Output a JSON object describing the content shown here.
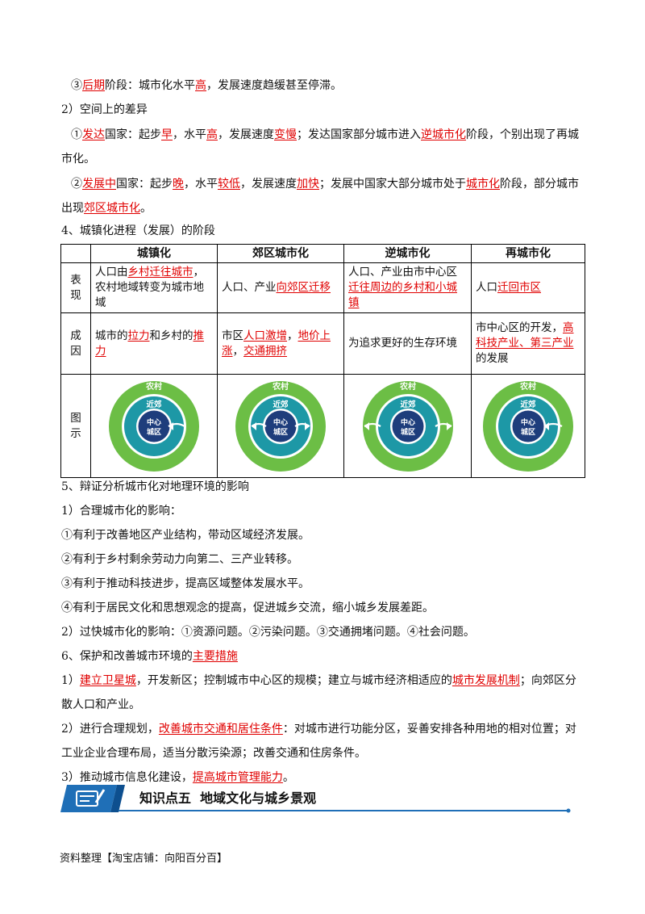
{
  "lines": [
    {
      "id": "l1",
      "parts": [
        {
          "t": "③"
        },
        {
          "t": "后期",
          "r": true
        },
        {
          "t": "阶段：城市化水平"
        },
        {
          "t": "高",
          "r": true
        },
        {
          "t": "，发展速度趋缓甚至停滞。"
        }
      ]
    },
    {
      "id": "l2",
      "parts": [
        {
          "t": "2）空间上的差异"
        }
      ]
    },
    {
      "id": "l3",
      "parts": [
        {
          "t": "①"
        },
        {
          "t": "发达",
          "r": true
        },
        {
          "t": "国家：起步"
        },
        {
          "t": "早",
          "r": true
        },
        {
          "t": "，水平"
        },
        {
          "t": "高",
          "r": true
        },
        {
          "t": "，发展速度"
        },
        {
          "t": "变慢",
          "r": true
        },
        {
          "t": "；发达国家部分城市进入"
        },
        {
          "t": "逆城市化",
          "r": true
        },
        {
          "t": "阶段，个别出现了再城"
        }
      ]
    },
    {
      "id": "l4",
      "parts": [
        {
          "t": "市化。"
        }
      ]
    },
    {
      "id": "l5",
      "parts": [
        {
          "t": "②"
        },
        {
          "t": "发展中",
          "r": true
        },
        {
          "t": "国家：起步"
        },
        {
          "t": "晚",
          "r": true
        },
        {
          "t": "，水平"
        },
        {
          "t": "较低",
          "r": true
        },
        {
          "t": "，发展速度"
        },
        {
          "t": "加快",
          "r": true
        },
        {
          "t": "；发展中国家大部分城市处于"
        },
        {
          "t": "城市化",
          "r": true
        },
        {
          "t": "阶段，部分城市"
        }
      ]
    },
    {
      "id": "l6",
      "parts": [
        {
          "t": "出现"
        },
        {
          "t": "郊区城市化",
          "r": true
        },
        {
          "t": "。"
        }
      ]
    },
    {
      "id": "l7",
      "parts": [
        {
          "t": "4、城镇化进程（发展）的阶段"
        }
      ]
    },
    {
      "id": "l8",
      "parts": [
        {
          "t": "5、辩证分析城市化对地理环境的影响"
        }
      ]
    },
    {
      "id": "l9",
      "parts": [
        {
          "t": "1）合理城市化的影响："
        }
      ]
    },
    {
      "id": "l10",
      "parts": [
        {
          "t": "①有利于改善地区产业结构，带动区域经济发展。"
        }
      ]
    },
    {
      "id": "l11",
      "parts": [
        {
          "t": "②有利于乡村剩余劳动力向第二、三产业转移。"
        }
      ]
    },
    {
      "id": "l12",
      "parts": [
        {
          "t": "③有利于推动科技进步，提高区域整体发展水平。"
        }
      ]
    },
    {
      "id": "l13",
      "parts": [
        {
          "t": "④有利于居民文化和思想观念的提高，促进城乡交流，缩小城乡发展差距。"
        }
      ]
    },
    {
      "id": "l14",
      "parts": [
        {
          "t": "2）过快城市化的影响：①资源问题。②污染问题。③交通拥堵问题。④社会问题。"
        }
      ]
    },
    {
      "id": "l15",
      "parts": [
        {
          "t": "6、保护和改善城市环境的"
        },
        {
          "t": "主要措施",
          "r": true
        }
      ]
    },
    {
      "id": "l16",
      "parts": [
        {
          "t": "1）"
        },
        {
          "t": "建立卫星城",
          "r": true
        },
        {
          "t": "，开发新区；控制城市中心区的规模；建立与城市经济相适应的"
        },
        {
          "t": "城市发展机制",
          "r": true
        },
        {
          "t": "；向郊区分"
        }
      ]
    },
    {
      "id": "l17",
      "parts": [
        {
          "t": "散人口和产业。"
        }
      ]
    },
    {
      "id": "l18",
      "parts": [
        {
          "t": "2）进行合理规划，"
        },
        {
          "t": "改善城市交通和居住条件",
          "r": true
        },
        {
          "t": "：对城市进行功能分区，妥善安排各种用地的相对位置；对"
        }
      ]
    },
    {
      "id": "l19",
      "parts": [
        {
          "t": "工业企业合理布局，适当分散污染源；改善交通和住房条件。"
        }
      ]
    },
    {
      "id": "l20",
      "parts": [
        {
          "t": "3）推动城市信息化建设，"
        },
        {
          "t": "提高城市管理能力",
          "r": true
        },
        {
          "t": "。"
        }
      ]
    }
  ],
  "table": {
    "headers": [
      "城镇化",
      "郊区城市化",
      "逆城市化",
      "再城市化"
    ],
    "rows": [
      {
        "label": [
          "表",
          "现"
        ],
        "cells": [
          [
            {
              "t": "人口由"
            },
            {
              "t": "乡村迁往城市",
              "r": true
            },
            {
              "t": "，农村地域转变为城市地域"
            }
          ],
          [
            {
              "t": "人口、产业"
            },
            {
              "t": "向郊区迁移",
              "r": true
            }
          ],
          [
            {
              "t": "人口、产业由市中心区"
            },
            {
              "t": "迁往周边的乡村和小城镇",
              "r": true
            }
          ],
          [
            {
              "t": "人口"
            },
            {
              "t": "迁回市区",
              "r": true
            }
          ]
        ]
      },
      {
        "label": [
          "成",
          "因"
        ],
        "cells": [
          [
            {
              "t": "城市的"
            },
            {
              "t": "拉力",
              "r": true
            },
            {
              "t": "和乡村的"
            },
            {
              "t": "推力",
              "r": true
            }
          ],
          [
            {
              "t": "市区"
            },
            {
              "t": "人口激增",
              "r": true
            },
            {
              "t": "，"
            },
            {
              "t": "地价上涨",
              "r": true
            },
            {
              "t": "，"
            },
            {
              "t": "交通拥挤",
              "r": true
            }
          ],
          [
            {
              "t": "为追求更好的生存环境"
            }
          ],
          [
            {
              "t": "市中心区的开发，"
            },
            {
              "t": "高科技产业、第三产业",
              "r": true
            },
            {
              "t": "的发展"
            }
          ]
        ]
      },
      {
        "label": [
          "图",
          "示"
        ]
      }
    ],
    "diagram": {
      "outer": "农村",
      "middle": "近郊",
      "center": [
        "中心",
        "城区"
      ],
      "colors": {
        "outer": "#6cbe45",
        "middle": "#1d98a6",
        "center": "#1e3d7c",
        "ring": "#ffffff",
        "arrow": "#ffffff"
      }
    }
  },
  "banner": {
    "title": "知识点五  地域文化与城乡景观",
    "accent": "#1f6fb7"
  },
  "footer": "资料整理【淘宝店铺：向阳百分百】"
}
